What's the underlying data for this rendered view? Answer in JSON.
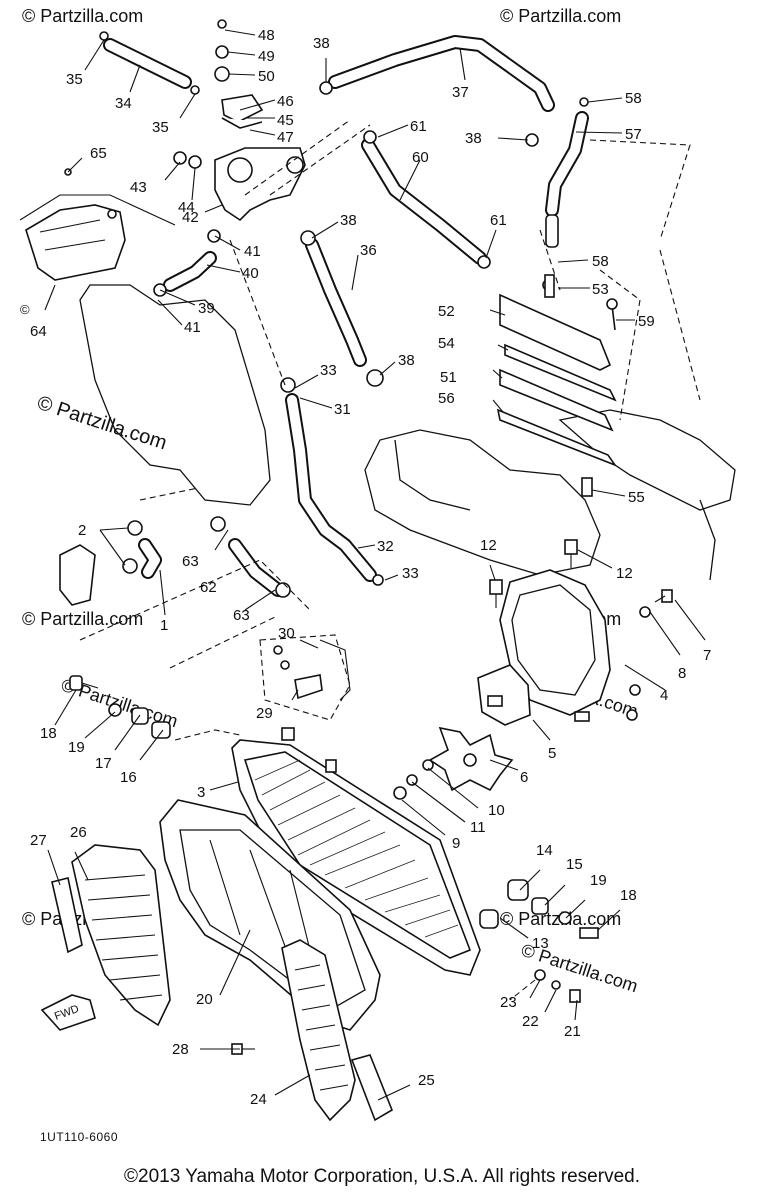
{
  "diagram": {
    "watermark_text": "© Partzilla.com",
    "callouts": [
      "1",
      "2",
      "3",
      "4",
      "5",
      "6",
      "7",
      "8",
      "9",
      "10",
      "11",
      "12",
      "13",
      "14",
      "15",
      "16",
      "17",
      "18",
      "19",
      "20",
      "21",
      "22",
      "23",
      "24",
      "25",
      "26",
      "27",
      "28",
      "29",
      "30",
      "31",
      "32",
      "33",
      "34",
      "35",
      "36",
      "37",
      "38",
      "39",
      "40",
      "41",
      "42",
      "43",
      "44",
      "45",
      "46",
      "47",
      "48",
      "49",
      "50",
      "51",
      "52",
      "53",
      "54",
      "55",
      "56",
      "57",
      "58",
      "59",
      "60",
      "61",
      "62",
      "63",
      "64",
      "65"
    ],
    "fwd_label": "FWD",
    "drawing_code": "1UT110-6060",
    "side_mark": "©"
  },
  "footer": {
    "copyright": "©2013 Yamaha Motor Corporation, U.S.A. All rights reserved."
  }
}
